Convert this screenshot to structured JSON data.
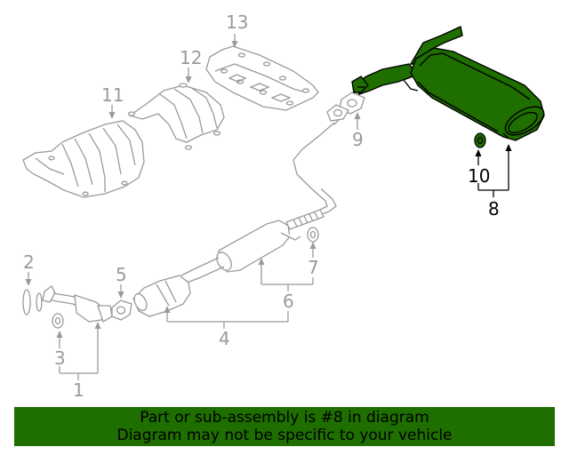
{
  "colors": {
    "highlight": "#1f6e00",
    "part_stroke": "#9a9a9a",
    "highlight_stroke": "#000000"
  },
  "callouts": {
    "c1": "1",
    "c2": "2",
    "c3": "3",
    "c4": "4",
    "c5": "5",
    "c6": "6",
    "c7": "7",
    "c8": "8",
    "c9": "9",
    "c10": "10",
    "c11": "11",
    "c12": "12",
    "c13": "13"
  },
  "banner": {
    "line1": "Part or sub-assembly is #8 in diagram",
    "line2": "Diagram may not be specific to your vehicle"
  }
}
